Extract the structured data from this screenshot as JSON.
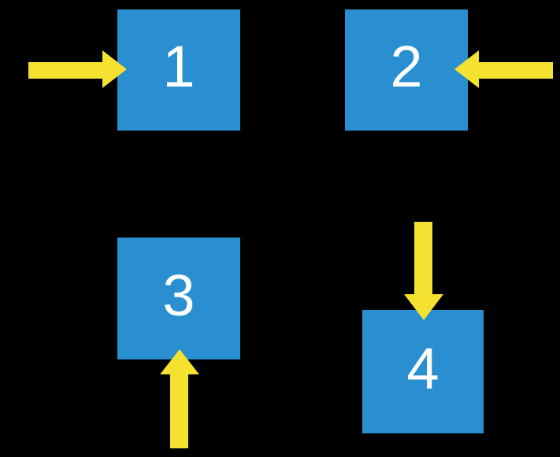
{
  "diagram": {
    "title": "numbered-boxes-with-directional-arrows",
    "boxes": [
      {
        "label": "1",
        "arrow_direction": "from-left",
        "arrow_points": "right"
      },
      {
        "label": "2",
        "arrow_direction": "from-right",
        "arrow_points": "left"
      },
      {
        "label": "3",
        "arrow_direction": "from-bottom",
        "arrow_points": "up"
      },
      {
        "label": "4",
        "arrow_direction": "from-top",
        "arrow_points": "down"
      }
    ],
    "colors": {
      "background": "#000000",
      "box": "#2a8fd0",
      "arrow": "#f5e12f",
      "text": "#ffffff"
    }
  }
}
